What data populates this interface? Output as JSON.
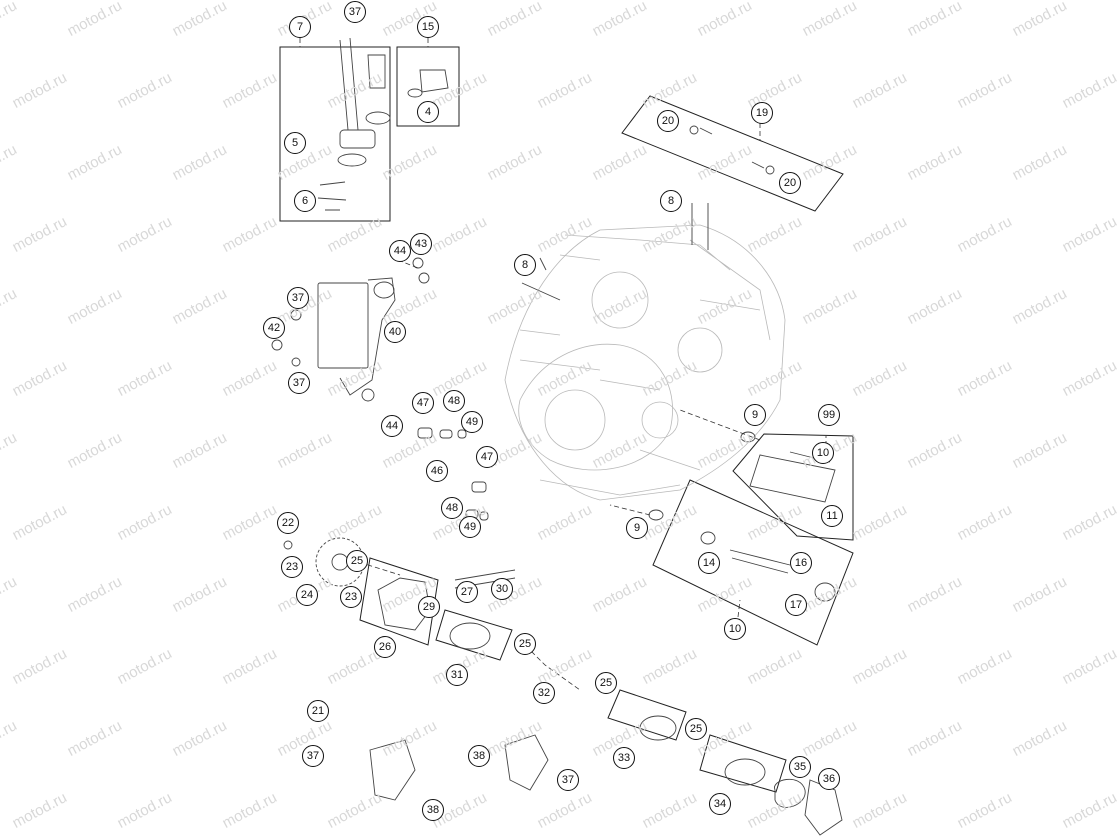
{
  "watermark": "motod.ru",
  "callouts": [
    {
      "label": "7"
    },
    {
      "label": "37"
    },
    {
      "label": "15"
    },
    {
      "label": "4"
    },
    {
      "label": "5"
    },
    {
      "label": "6"
    },
    {
      "label": "19"
    },
    {
      "label": "20"
    },
    {
      "label": "20"
    },
    {
      "label": "8"
    },
    {
      "label": "44"
    },
    {
      "label": "43"
    },
    {
      "label": "8"
    },
    {
      "label": "37"
    },
    {
      "label": "42"
    },
    {
      "label": "40"
    },
    {
      "label": "37"
    },
    {
      "label": "47"
    },
    {
      "label": "48"
    },
    {
      "label": "44"
    },
    {
      "label": "49"
    },
    {
      "label": "9"
    },
    {
      "label": "99"
    },
    {
      "label": "10"
    },
    {
      "label": "46"
    },
    {
      "label": "47"
    },
    {
      "label": "11"
    },
    {
      "label": "48"
    },
    {
      "label": "9"
    },
    {
      "label": "49"
    },
    {
      "label": "22"
    },
    {
      "label": "25"
    },
    {
      "label": "23"
    },
    {
      "label": "14"
    },
    {
      "label": "16"
    },
    {
      "label": "30"
    },
    {
      "label": "27"
    },
    {
      "label": "24"
    },
    {
      "label": "23"
    },
    {
      "label": "29"
    },
    {
      "label": "17"
    },
    {
      "label": "26"
    },
    {
      "label": "25"
    },
    {
      "label": "10"
    },
    {
      "label": "31"
    },
    {
      "label": "25"
    },
    {
      "label": "32"
    },
    {
      "label": "21"
    },
    {
      "label": "25"
    },
    {
      "label": "33"
    },
    {
      "label": "38"
    },
    {
      "label": "37"
    },
    {
      "label": "35"
    },
    {
      "label": "36"
    },
    {
      "label": "37"
    },
    {
      "label": "34"
    },
    {
      "label": "38"
    }
  ]
}
